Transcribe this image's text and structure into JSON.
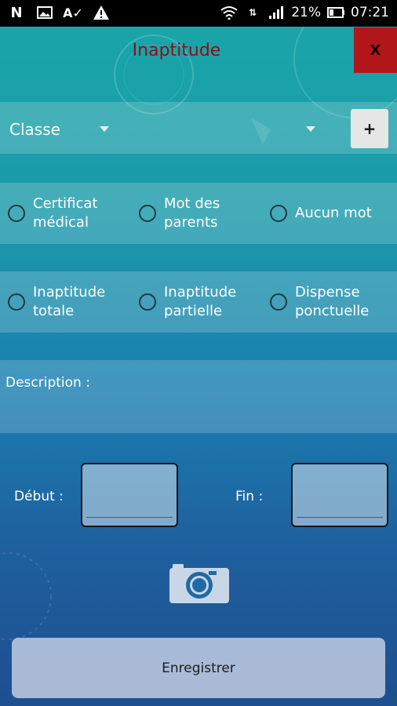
{
  "status_bar": {
    "battery": "21%",
    "time": "07:21"
  },
  "header": {
    "title": "Inaptitude",
    "close_label": "X"
  },
  "class_selector": {
    "label": "Classe",
    "add_label": "+"
  },
  "justification": {
    "options": [
      "Certificat\nmédical",
      "Mot des\nparents",
      "Aucun mot"
    ]
  },
  "inaptitude_type": {
    "options": [
      "Inaptitude\ntotale",
      "Inaptitude\npartielle",
      "Dispense\nponctuelle"
    ]
  },
  "description": {
    "label": "Description :"
  },
  "dates": {
    "start_label": "Début :",
    "end_label": "Fin :"
  },
  "actions": {
    "save_label": "Enregistrer"
  },
  "colors": {
    "title": "#8b1111",
    "close_button": "#b0161a"
  }
}
